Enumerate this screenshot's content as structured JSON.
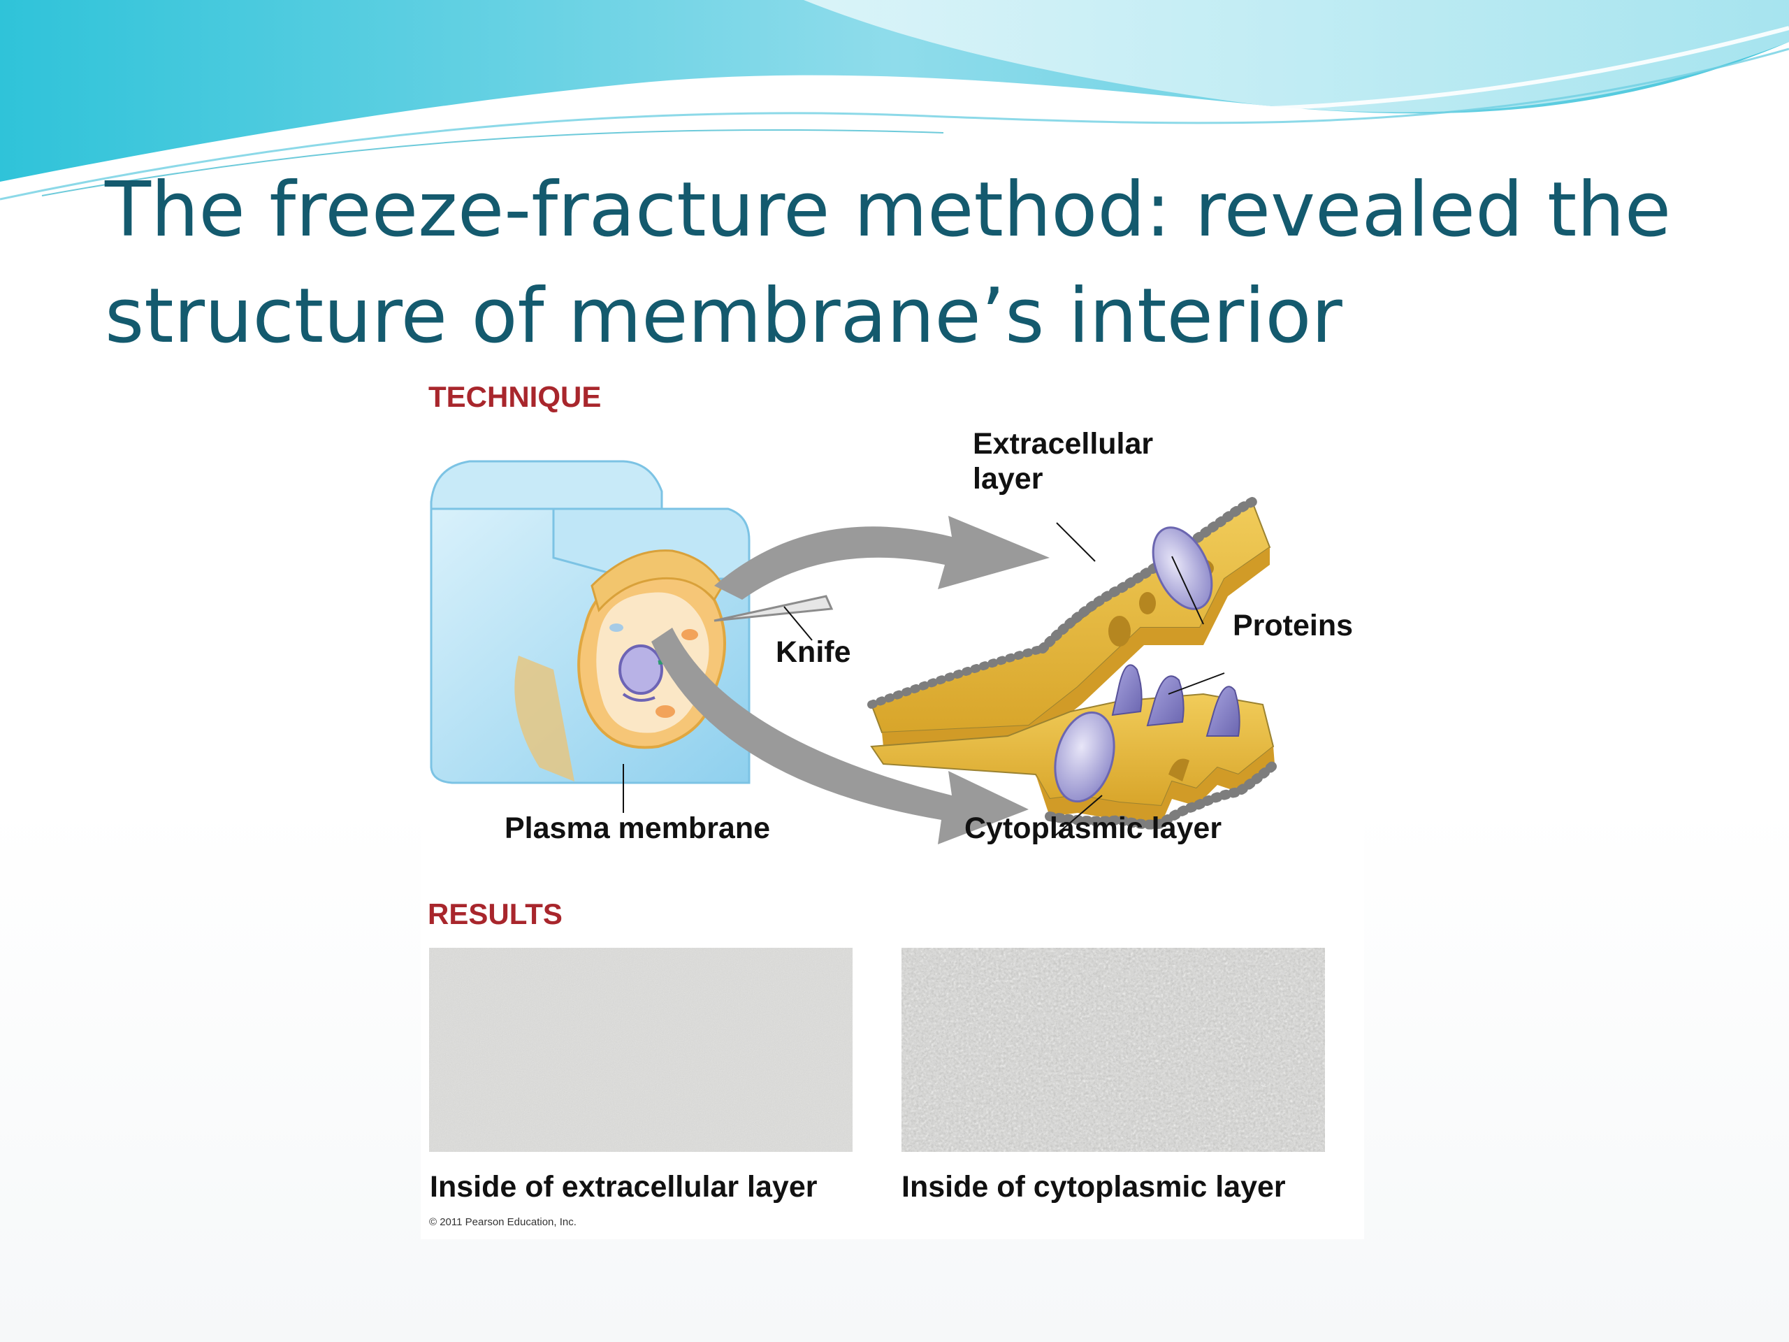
{
  "slide": {
    "title_line1": "The freeze-fracture method: revealed the",
    "title_line2": "structure of membrane’s interior"
  },
  "figure": {
    "technique_heading": "TECHNIQUE",
    "labels": {
      "extracellular_line1": "Extracellular",
      "extracellular_line2": "layer",
      "proteins": "Proteins",
      "knife": "Knife",
      "plasma_membrane": "Plasma membrane",
      "cytoplasmic": "Cytoplasmic layer"
    },
    "results_heading": "RESULTS",
    "results": [
      {
        "caption": "Inside of extracellular layer"
      },
      {
        "caption": "Inside of cytoplasmic layer"
      }
    ],
    "copyright": "© 2011 Pearson Education, Inc."
  },
  "colors": {
    "title": "#145a6e",
    "heading_red": "#a8262c",
    "wave_light": "#c9eef5",
    "wave_dark": "#3ec9de",
    "membrane_yellow": "#e8b940",
    "protein_purple": "#8a86c8",
    "arrow_gray": "#9a9a9a"
  }
}
